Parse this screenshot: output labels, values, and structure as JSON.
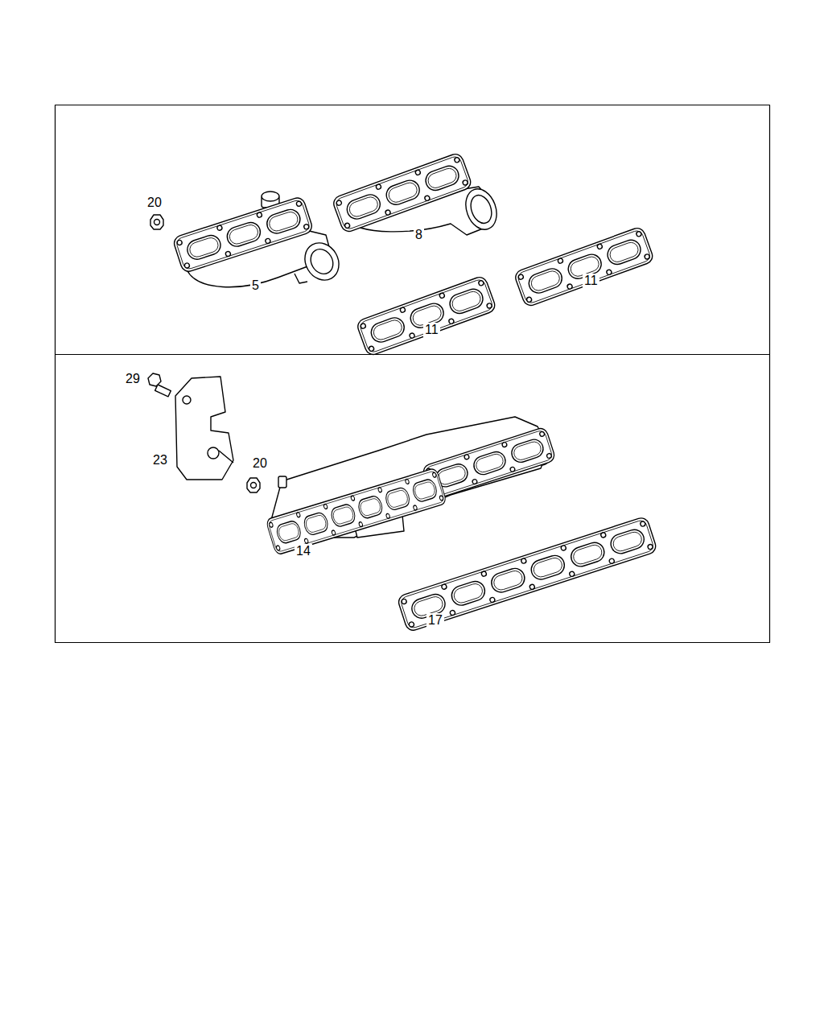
{
  "diagram": {
    "labels": [
      "20",
      "8",
      "5",
      "11",
      "11",
      "29",
      "23",
      "20",
      "14",
      "17"
    ]
  }
}
